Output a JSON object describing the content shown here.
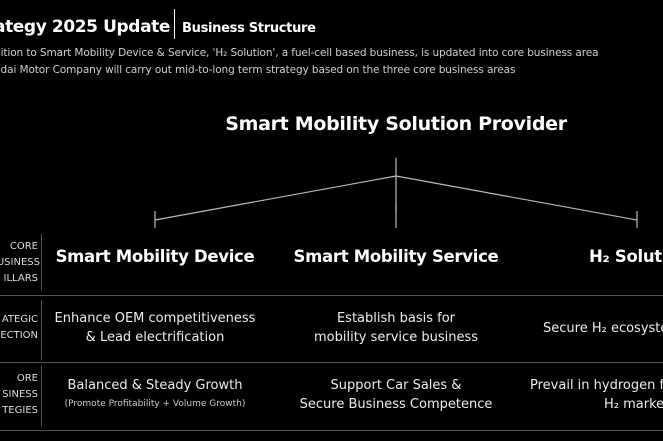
{
  "header": {
    "title": "ategy 2025 Update",
    "subtitle": "Business Structure",
    "desc_line1": "dition to Smart Mobility Device & Service, 'H₂ Solution', a fuel-cell based business, is updated into core business area",
    "desc_line2": "ndai Motor Company will  carry out mid-to-long term strategy based on the three core business areas"
  },
  "headline": "Smart Mobility Solution Provider",
  "row_labels": {
    "pillars": [
      "CORE",
      "BUSINESS",
      "ILLARS"
    ],
    "direction": [
      "ATEGIC",
      "ECTION"
    ],
    "strategies": [
      "ORE",
      "SINESS",
      "TEGIES"
    ]
  },
  "pillars": [
    {
      "name": "Smart Mobility Device",
      "direction": [
        "Enhance OEM competitiveness",
        "& Lead electrification"
      ],
      "strategy": [
        "Balanced & Steady Growth"
      ],
      "strategy_note": "(Promote Profitability + Volume Growth)"
    },
    {
      "name": "Smart Mobility Service",
      "direction": [
        "Establish basis for",
        "mobility service business"
      ],
      "strategy": [
        "Support Car Sales &",
        "Secure Business Competence"
      ],
      "strategy_note": ""
    },
    {
      "name": "H₂ Soluti",
      "direction": [
        "Secure H₂ ecosyste"
      ],
      "strategy": [
        "Prevail in hydrogen fu",
        "H₂ marke"
      ],
      "strategy_note": ""
    }
  ]
}
